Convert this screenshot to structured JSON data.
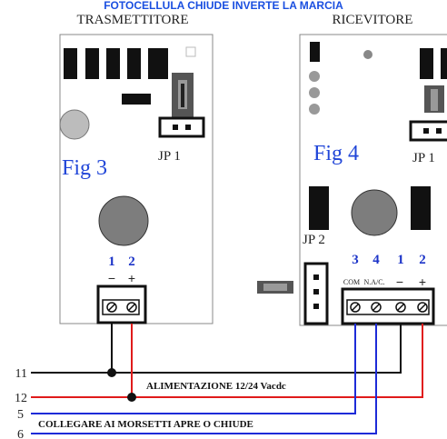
{
  "title": "FOTOCELLULA CHIUDE INVERTE LA MARCIA",
  "transmitter": {
    "label": "TRASMETTITORE",
    "fig": "Fig 3",
    "jumper": "JP 1",
    "pin_numbers": [
      "1",
      "2"
    ],
    "pin_signs": [
      "−",
      "+"
    ]
  },
  "receiver": {
    "label": "RICEVITORE",
    "fig": "Fig 4",
    "jumper1": "JP 1",
    "jumper2": "JP 2",
    "pin_numbers": [
      "3",
      "4",
      "1",
      "2"
    ],
    "terminal_labels": [
      "COM",
      "N.A/C.",
      "−",
      "+"
    ]
  },
  "wires": {
    "numbers": [
      "11",
      "12",
      "5",
      "6"
    ],
    "power_note": "ALIMENTAZIONE 12/24 Vacdc",
    "contact_note": "COLLEGARE AI MORSETTI APRE O CHIUDE"
  },
  "colors": {
    "title": "#1a4fe0",
    "wire_black": "#111111",
    "wire_red": "#e01b1b",
    "wire_blue": "#1d2bd8"
  }
}
